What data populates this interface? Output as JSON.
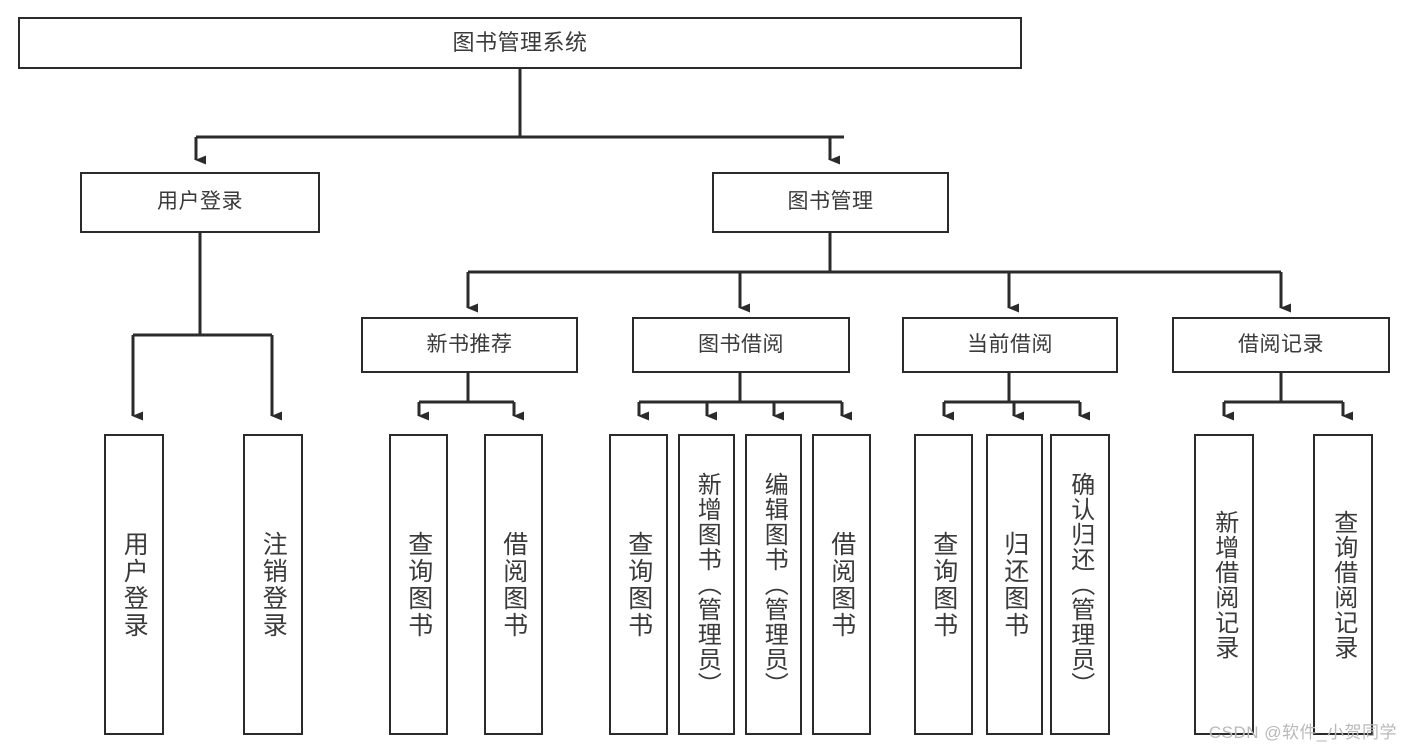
{
  "diagram": {
    "title": "图书管理系统",
    "type": "tree-hierarchy",
    "background_color": "#ffffff",
    "line_color": "#2b2b2b",
    "text_color": "#3a3a3a"
  },
  "nodes": {
    "root": {
      "label": "图书管理系统"
    },
    "level2": [
      {
        "id": "user-login",
        "label": "用户登录"
      },
      {
        "id": "book-manage",
        "label": "图书管理"
      }
    ],
    "level3": [
      {
        "id": "new-book-recommend",
        "label": "新书推荐"
      },
      {
        "id": "book-borrow",
        "label": "图书借阅"
      },
      {
        "id": "current-borrow",
        "label": "当前借阅"
      },
      {
        "id": "borrow-record",
        "label": "借阅记录"
      }
    ],
    "leaves": {
      "user_login": [
        {
          "id": "leaf-user-login",
          "label": "用户登录"
        },
        {
          "id": "leaf-logout-login",
          "label": "注销登录"
        }
      ],
      "new_book_recommend": [
        {
          "id": "leaf-query-book-1",
          "label": "查询图书"
        },
        {
          "id": "leaf-borrow-book-1",
          "label": "借阅图书"
        }
      ],
      "book_borrow": [
        {
          "id": "leaf-query-book-2",
          "label": "查询图书"
        },
        {
          "id": "leaf-add-book",
          "label": "新增图书（管理员）"
        },
        {
          "id": "leaf-edit-book",
          "label": "编辑图书（管理员）"
        },
        {
          "id": "leaf-borrow-book-2",
          "label": "借阅图书"
        }
      ],
      "current_borrow": [
        {
          "id": "leaf-query-book-3",
          "label": "查询图书"
        },
        {
          "id": "leaf-return-book",
          "label": "归还图书"
        },
        {
          "id": "leaf-confirm-return",
          "label": "确认归还（管理员）"
        }
      ],
      "borrow_record": [
        {
          "id": "leaf-add-record",
          "label": "新增借阅记录"
        },
        {
          "id": "leaf-query-record",
          "label": "查询借阅记录"
        }
      ]
    }
  },
  "watermark": {
    "text": "CSDN @软件_小贺同学"
  }
}
